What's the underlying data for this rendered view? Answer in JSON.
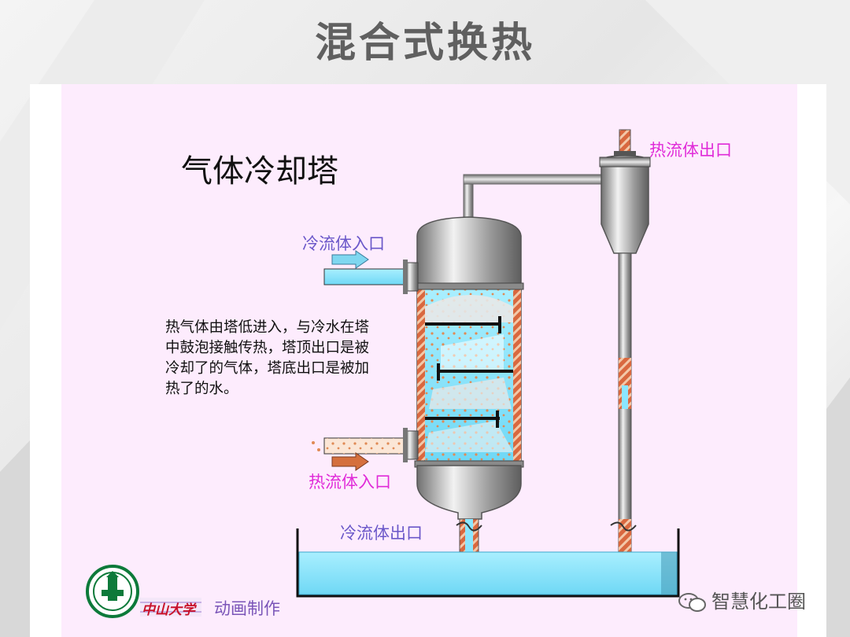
{
  "slide": {
    "title": "混合式换热",
    "heading": "气体冷却塔",
    "description": "热气体由塔低进入，与冷水在塔中鼓泡接触传热，塔顶出口是被冷却了的气体，塔底出口是被加热了的水。"
  },
  "labels": {
    "cold_in": "冷流体入口",
    "hot_in": "热流体入口",
    "cold_out": "冷流体出口",
    "hot_out": "热流体出口"
  },
  "footer": {
    "university_logo_text": "中山大学",
    "credit": "动画制作",
    "watermark": "智慧化工圈"
  },
  "colors": {
    "water": "#8be6ff",
    "steel": "#b0b0b0",
    "brick": "#c85a3c",
    "pink_background": "#fdecfd",
    "cold_label": "#6a57c9",
    "hot_label": "#e02bd8"
  }
}
